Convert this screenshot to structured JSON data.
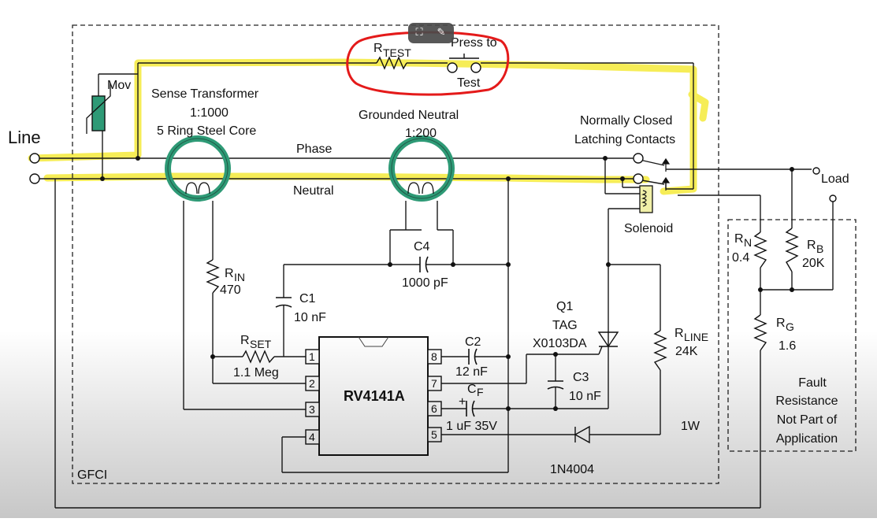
{
  "labels": {
    "line": "Line",
    "load": "Load",
    "mov": "Mov",
    "sense_title": "Sense Transformer",
    "sense_ratio": "1:1000",
    "sense_core": "5 Ring Steel Core",
    "gn_title": "Grounded Neutral",
    "gn_ratio": "1:200",
    "phase": "Phase",
    "neutral": "Neutral",
    "rtest": "R",
    "rtest_sub": "TEST",
    "press_to": "Press to",
    "test": "Test",
    "nc_line1": "Normally Closed",
    "nc_line2": "Latching Contacts",
    "solenoid": "Solenoid",
    "c4": "C4",
    "c4_value": "1000 pF",
    "rin": "R",
    "rin_sub": "IN",
    "rin_value": "470",
    "c1": "C1",
    "c1_value": "10 nF",
    "rset": "R",
    "rset_sub": "SET",
    "rset_value": "1.1 Meg",
    "chip": "RV4141A",
    "c2": "C2",
    "c2_value": "12 nF",
    "cf": "C",
    "cf_sub": "F",
    "cf_plus": "+",
    "cf_value": "1 uF 35V",
    "q1": "Q1",
    "q1_type": "TAG",
    "q1_part": "X0103DA",
    "c3": "C3",
    "c3_value": "10 nF",
    "rline": "R",
    "rline_sub": "LINE",
    "rline_value": "24K",
    "watt": "1W",
    "diode": "1N4004",
    "gfci": "GFCI",
    "rn": "R",
    "rn_sub": "N",
    "rn_value": "0.4",
    "rb": "R",
    "rb_sub": "B",
    "rb_value": "20K",
    "rg": "R",
    "rg_sub": "G",
    "rg_value": "1.6",
    "fault1": "Fault",
    "fault2": "Resistance",
    "fault3": "Not Part of",
    "fault4": "Application"
  },
  "pins": [
    "1",
    "2",
    "3",
    "4",
    "5",
    "6",
    "7",
    "8"
  ],
  "colors": {
    "wire": "#1a1a1a",
    "core": "#2e9a76",
    "highlight": "#f5ea3a",
    "annotation": "#e41a1a",
    "toolbar": "#4a4a4a"
  },
  "toolbar": {
    "icons": [
      "crop-icon",
      "magic-edit-icon"
    ]
  }
}
